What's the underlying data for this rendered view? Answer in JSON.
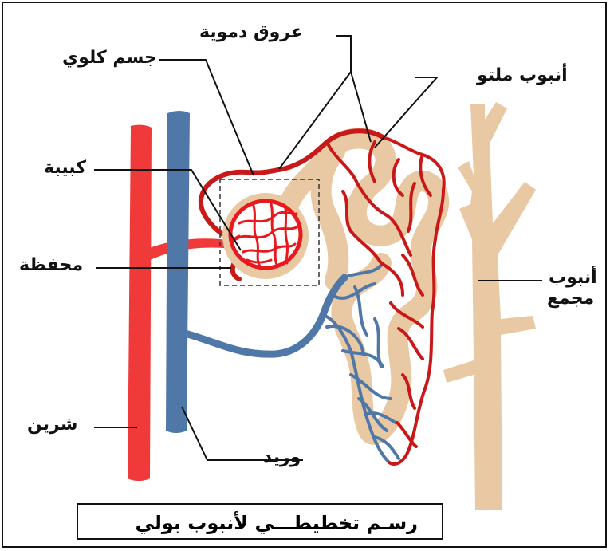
{
  "labels": {
    "blood_vessels": "عروق دموية",
    "renal_corpuscle": "جسم كلوي",
    "convoluted_tubule": "أنبوب ملتو",
    "glomerulus": "كبيبة",
    "capsule": "محفظة",
    "collecting_tube_line1": "أنبوب",
    "collecting_tube_line2": "مجمع",
    "artery": "شرين",
    "vein": "وريد"
  },
  "caption": "رسـم تخطيطـــي لأنبوب بولي",
  "colors": {
    "artery": "#f03a3a",
    "artery_dark": "#c81818",
    "vein": "#4f78a8",
    "tubule": "#e9c9a3",
    "glomerulus": "#e8181c",
    "line": "#111111"
  }
}
